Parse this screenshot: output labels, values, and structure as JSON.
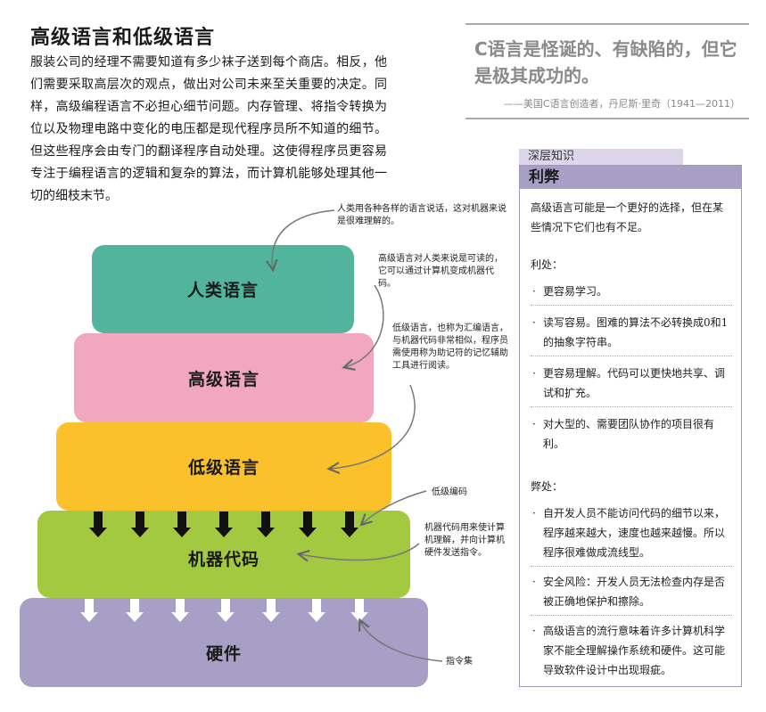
{
  "title": "高级语言和低级语言",
  "intro": "服装公司的经理不需要知道有多少袜子送到每个商店。相反，他们需要采取高层次的观点，做出对公司未来至关重要的决定。同样，高级编程语言不必担心细节问题。内存管理、将指令转换为位以及物理电路中变化的电压都是现代程序员所不知道的细节。但这些程序会由专门的翻译程序自动处理。这使得程序员更容易专注于编程语言的逻辑和复杂的算法，而计算机能够处理其他一切的细枝末节。",
  "quote": {
    "text": "C语言是怪诞的、有缺陷的，但它是极其成功的。",
    "attribution": "——美国C语言创造者，丹尼斯·里奇（1941—2011）"
  },
  "panel": {
    "tab": "深层知识",
    "header": "利弊",
    "intro": "高级语言可能是一个更好的选择，但在某些情况下它们也有不足。",
    "pros_title": "利处：",
    "pros": [
      "更容易学习。",
      "读写容易。图难的算法不必转换成0和1的抽象字符串。",
      "更容易理解。代码可以更快地共享、调试和扩充。",
      "对大型的、需要团队协作的项目很有利。"
    ],
    "cons_title": "弊处：",
    "cons": [
      "自开发人员不能访问代码的细节以来，程序越来越大，速度也越来越慢。所以程序很难做成流线型。",
      "安全风险：开发人员无法检查内存是否被正确地保护和擦除。",
      "高级语言的流行意味着许多计算机科学家不能全理解操作系统和硬件。这可能导致软件设计中出现瑕疵。"
    ]
  },
  "pyramid": {
    "tiers": [
      {
        "label": "人类语言",
        "color": "#52b49c"
      },
      {
        "label": "高级语言",
        "color": "#f1a7c0"
      },
      {
        "label": "低级语言",
        "color": "#fbc12b"
      },
      {
        "label": "机器代码",
        "color": "#a2c93f"
      },
      {
        "label": "硬件",
        "color": "#a89fc6"
      }
    ],
    "annotations": {
      "human": "人类用各种各样的语言说话，这对机器来说是很难理解的。",
      "high": "高级语言对人类来说是可读的，它可以通过计算机变成机器代码。",
      "low": "低级语言，也称为汇编语言，与机器代码非常相似，程序员需使用称为助记符的记忆辅助工具进行阅读。",
      "lowcode": "低级编码",
      "machine": "机器代码用来使计算机理解，并向计算机硬件发送指令。",
      "instr": "指令集"
    }
  }
}
